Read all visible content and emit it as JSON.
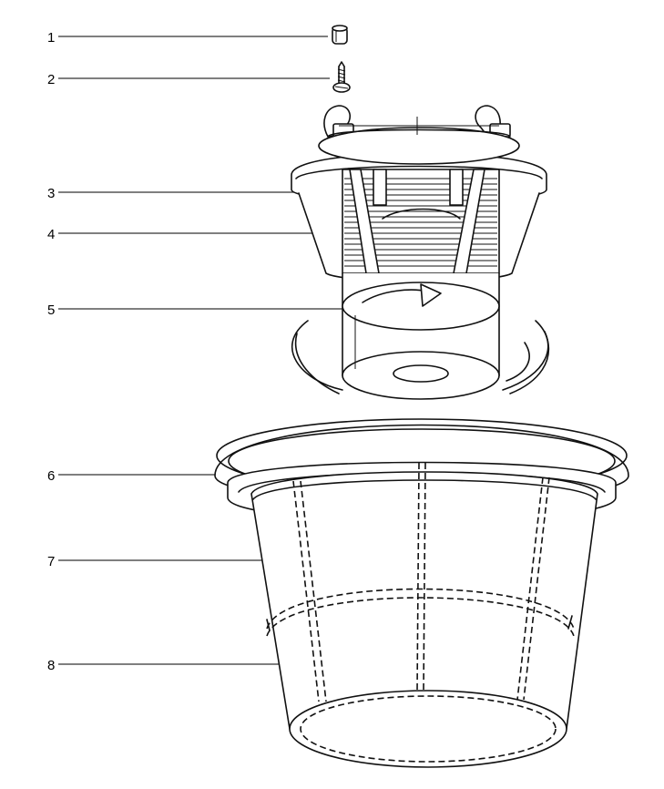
{
  "callouts": [
    {
      "label": "1"
    },
    {
      "label": "2"
    },
    {
      "label": "3"
    },
    {
      "label": "4"
    },
    {
      "label": "5"
    },
    {
      "label": "6"
    },
    {
      "label": "7"
    },
    {
      "label": "8"
    }
  ],
  "colors": {
    "line": "#111111",
    "leader": "#333333",
    "background": "#ffffff"
  }
}
